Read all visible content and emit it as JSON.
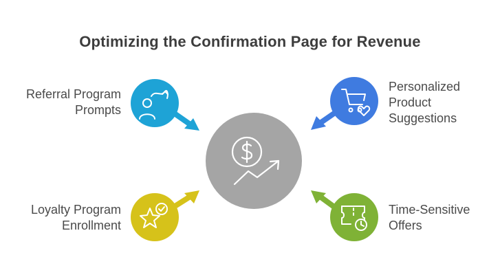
{
  "title": "Optimizing the Confirmation Page for Revenue",
  "center": {
    "icon": "dollar-growth-icon",
    "color": "#a5a5a5"
  },
  "items": [
    {
      "label": "Referral Program\nPrompts",
      "icon": "referral-user-icon",
      "color": "#1ea3d6"
    },
    {
      "label": "Personalized\nProduct\nSuggestions",
      "icon": "shopping-cart-heart-icon",
      "color": "#3f7be0"
    },
    {
      "label": "Loyalty Program\nEnrollment",
      "icon": "star-check-icon",
      "color": "#d6c21a"
    },
    {
      "label": "Time-Sensitive\nOffers",
      "icon": "ticket-clock-icon",
      "color": "#7fb236"
    }
  ]
}
